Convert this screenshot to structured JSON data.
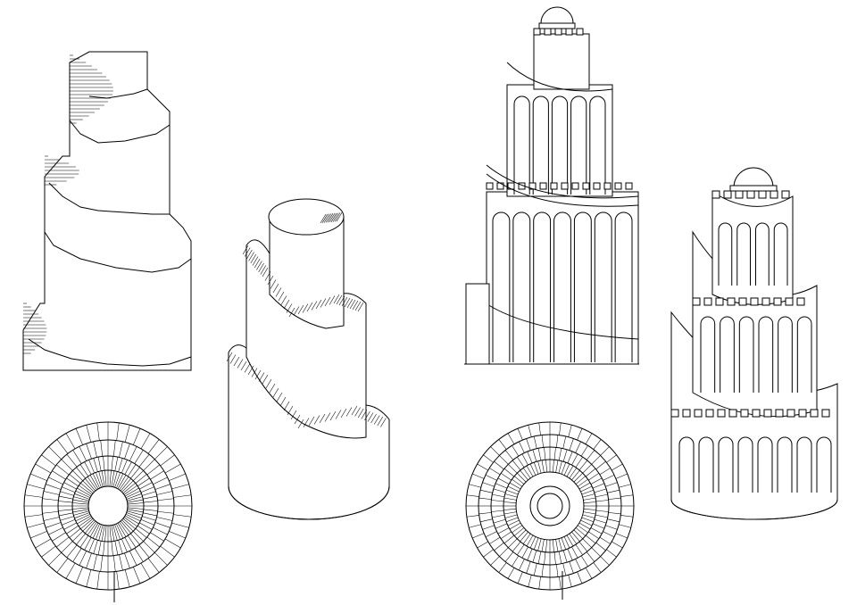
{
  "drawing": {
    "style": "black line drawing on white background",
    "stroke_color": "#000000",
    "background_color": "#ffffff",
    "panels": [
      {
        "id": "plain-tower-elevation",
        "view": "elevation"
      },
      {
        "id": "plain-tower-plan",
        "view": "plan"
      },
      {
        "id": "plain-tower-axonometric",
        "view": "axonometric"
      },
      {
        "id": "arcaded-tower-elevation",
        "view": "elevation"
      },
      {
        "id": "arcaded-tower-plan",
        "view": "plan"
      },
      {
        "id": "arcaded-tower-axonometric",
        "view": "axonometric"
      }
    ]
  }
}
